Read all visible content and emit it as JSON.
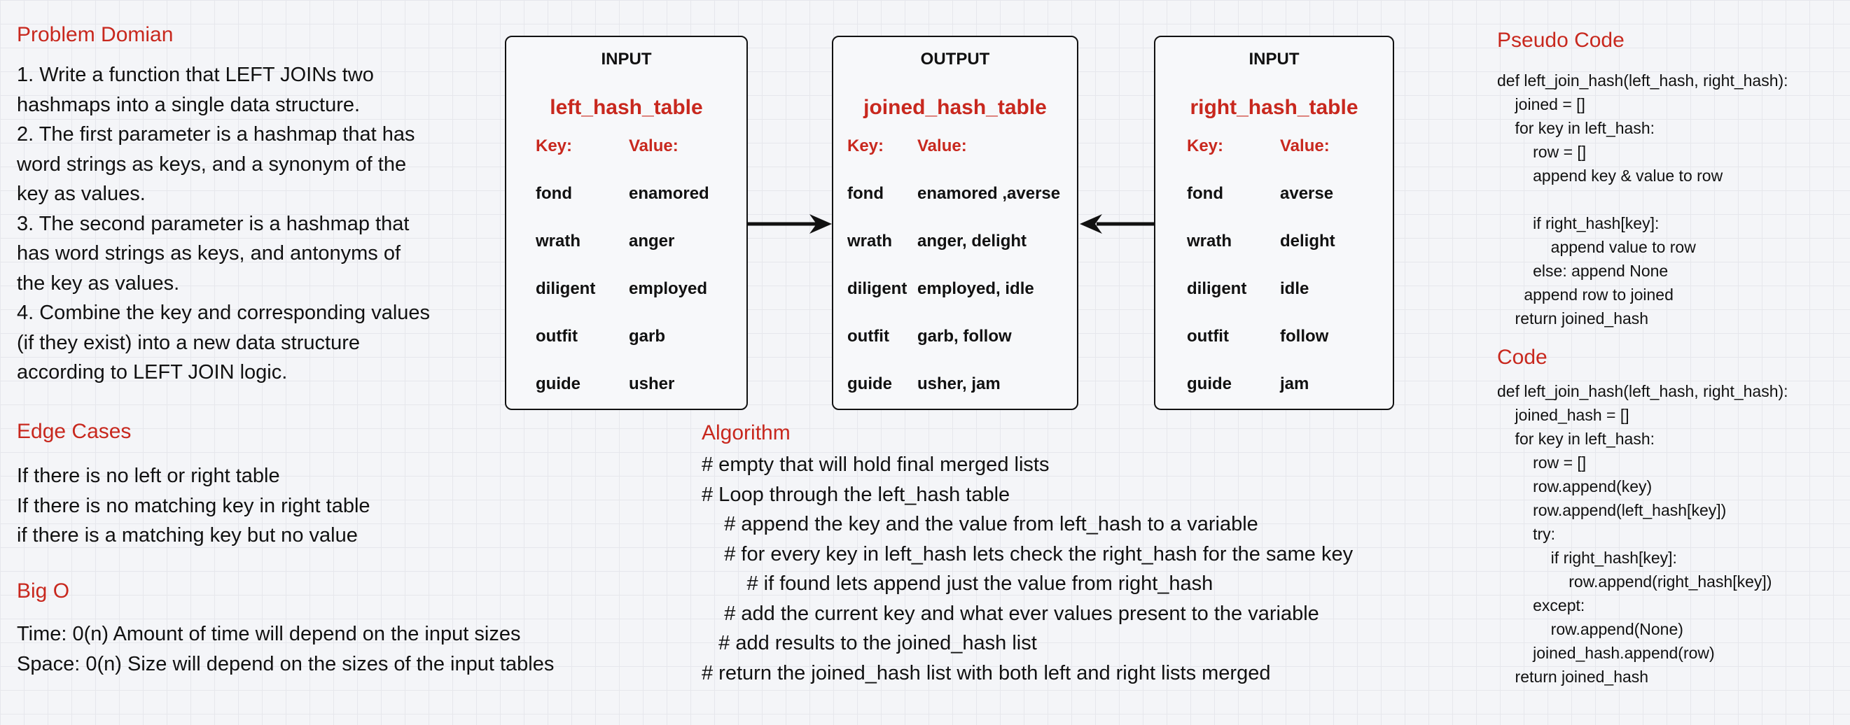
{
  "problem": {
    "heading": "Problem Domian",
    "lines": [
      "1. Write a function that LEFT JOINs two",
      "hashmaps into a single data structure.",
      "2. The first parameter is a hashmap that has",
      "word strings as keys, and a synonym of the",
      "key as values.",
      "3. The second parameter is a hashmap that",
      "has word strings as keys, and antonyms of",
      "the key as values.",
      "4. Combine the key and corresponding values",
      "(if they exist) into a new data structure",
      "according to LEFT JOIN logic."
    ]
  },
  "edge_cases": {
    "heading": "Edge Cases",
    "lines": [
      "If there is no left or right table",
      "If there is no matching key in right table",
      "if there is a matching key but no value"
    ]
  },
  "big_o": {
    "heading": "Big O",
    "lines": [
      "Time: 0(n) Amount of time will depend on the input sizes",
      "Space: 0(n) Size will depend on the sizes of the input tables"
    ]
  },
  "tables": {
    "left": {
      "label": "INPUT",
      "title": "left_hash_table",
      "key_header": "Key:",
      "value_header": "Value:",
      "rows": [
        {
          "key": "fond",
          "value": "enamored"
        },
        {
          "key": "wrath",
          "value": "anger"
        },
        {
          "key": "diligent",
          "value": "employed"
        },
        {
          "key": "outfit",
          "value": "garb"
        },
        {
          "key": "guide",
          "value": "usher"
        }
      ]
    },
    "output": {
      "label": "OUTPUT",
      "title": "joined_hash_table",
      "key_header": "Key:",
      "value_header": "Value:",
      "rows": [
        {
          "key": "fond",
          "value": "enamored ,averse"
        },
        {
          "key": "wrath",
          "value": "anger, delight"
        },
        {
          "key": "diligent",
          "value": "employed, idle"
        },
        {
          "key": "outfit",
          "value": "garb, follow"
        },
        {
          "key": "guide",
          "value": "usher, jam"
        }
      ]
    },
    "right": {
      "label": "INPUT",
      "title": "right_hash_table",
      "key_header": "Key:",
      "value_header": "Value:",
      "rows": [
        {
          "key": "fond",
          "value": "averse"
        },
        {
          "key": "wrath",
          "value": "delight"
        },
        {
          "key": "diligent",
          "value": "idle"
        },
        {
          "key": "outfit",
          "value": "follow"
        },
        {
          "key": "guide",
          "value": "jam"
        }
      ]
    }
  },
  "algorithm": {
    "heading": "Algorithm",
    "lines": [
      "# empty that will hold final merged lists",
      "# Loop through the left_hash table",
      "    # append the key and the value from left_hash to a variable",
      "    # for every key in left_hash lets check the right_hash for the same key",
      "        # if found lets append just the value from right_hash",
      "    # add the current key and what ever values present to the variable",
      "   # add results to the joined_hash list",
      "# return the joined_hash list with both left and right lists merged"
    ]
  },
  "pseudo": {
    "heading": "Pseudo Code",
    "lines": [
      "def left_join_hash(left_hash, right_hash):",
      "    joined = []",
      "    for key in left_hash:",
      "        row = []",
      "        append key & value to row",
      "",
      "        if right_hash[key]:",
      "            append value to row",
      "        else: append None",
      "      append row to joined",
      "    return joined_hash"
    ]
  },
  "code": {
    "heading": "Code",
    "lines": [
      "def left_join_hash(left_hash, right_hash):",
      "    joined_hash = []",
      "    for key in left_hash:",
      "        row = []",
      "        row.append(key)",
      "        row.append(left_hash[key])",
      "        try:",
      "            if right_hash[key]:",
      "                row.append(right_hash[key])",
      "        except:",
      "            row.append(None)",
      "        joined_hash.append(row)",
      "    return joined_hash"
    ]
  }
}
